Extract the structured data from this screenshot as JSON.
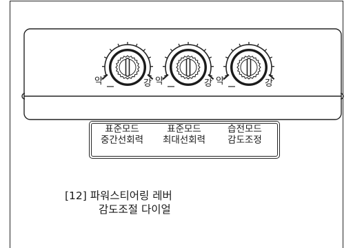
{
  "dials": [
    {
      "low_label": "약",
      "high_label": "강"
    },
    {
      "low_label": "약",
      "high_label": "강"
    },
    {
      "low_label": "약",
      "high_label": "강"
    }
  ],
  "modes": [
    {
      "line1": "표준모드",
      "line2": "중간선회력"
    },
    {
      "line1": "표준모드",
      "line2": "최대선회력"
    },
    {
      "line1": "습전모드",
      "line2": "감도조정"
    }
  ],
  "caption": {
    "line1": "[12] 파워스티어링 레버",
    "line2": "감도조절 다이얼"
  },
  "colors": {
    "line": "#222222",
    "background": "#ffffff"
  }
}
